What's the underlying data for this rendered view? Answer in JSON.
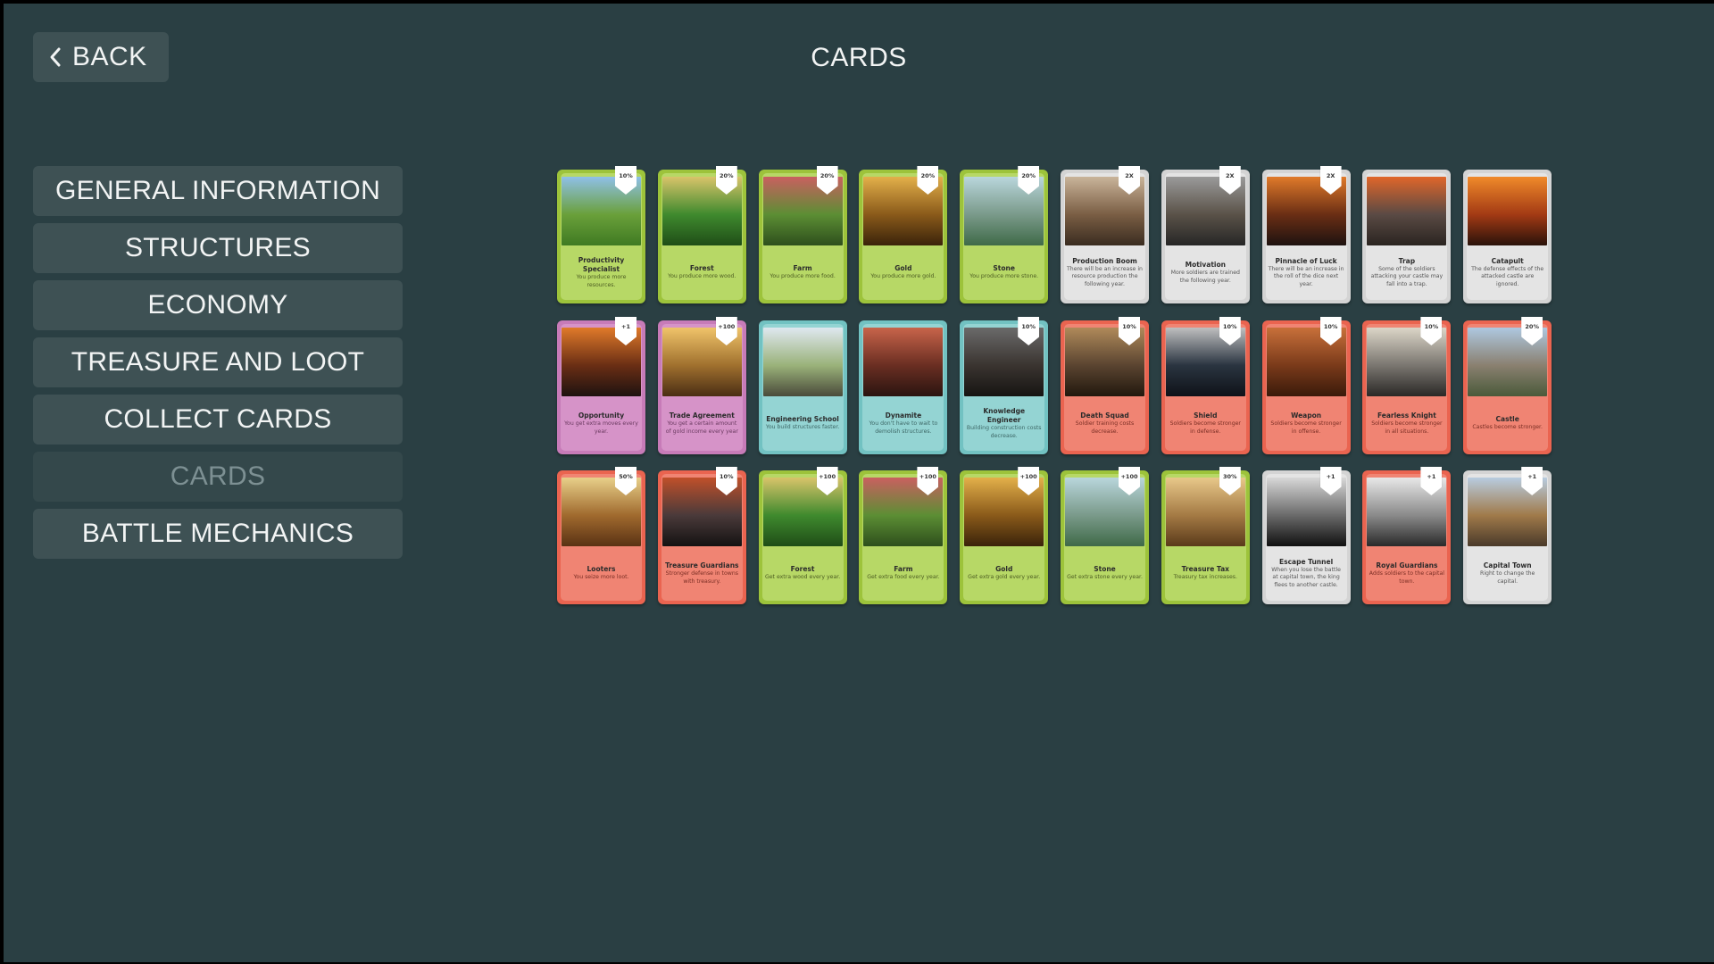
{
  "header": {
    "back_label": "BACK",
    "title": "CARDS"
  },
  "sidebar": {
    "items": [
      {
        "label": "GENERAL INFORMATION",
        "active": false
      },
      {
        "label": "STRUCTURES",
        "active": false
      },
      {
        "label": "ECONOMY",
        "active": false
      },
      {
        "label": "TREASURE AND LOOT",
        "active": false
      },
      {
        "label": "COLLECT CARDS",
        "active": false
      },
      {
        "label": "CARDS",
        "active": true
      },
      {
        "label": "BATTLE MECHANICS",
        "active": false
      }
    ]
  },
  "colors": {
    "background": "#2a3f43",
    "button": "#3e5154",
    "card_green": "#b7d866",
    "card_gray": "#e4e4e4",
    "card_pink": "#d693c8",
    "card_teal": "#94d4d3",
    "card_red": "#f08473"
  },
  "cards": [
    {
      "name": "Productivity Specialist",
      "desc": "You produce more resources.",
      "badge": "10%",
      "color": "green",
      "image": "farmland-barn"
    },
    {
      "name": "Forest",
      "desc": "You produce more wood.",
      "badge": "20%",
      "color": "green",
      "image": "forest"
    },
    {
      "name": "Farm",
      "desc": "You produce more food.",
      "badge": "20%",
      "color": "green",
      "image": "orchard"
    },
    {
      "name": "Gold",
      "desc": "You produce more gold.",
      "badge": "20%",
      "color": "green",
      "image": "gold-pot"
    },
    {
      "name": "Stone",
      "desc": "You produce more stone.",
      "badge": "20%",
      "color": "green",
      "image": "stone-ruins"
    },
    {
      "name": "Production Boom",
      "desc": "There will be an increase in resource production the following year.",
      "badge": "2X",
      "color": "gray",
      "image": "market"
    },
    {
      "name": "Motivation",
      "desc": "More soldiers are trained the following year.",
      "badge": "2X",
      "color": "gray",
      "image": "knight"
    },
    {
      "name": "Pinnacle of Luck",
      "desc": "There will be an increase in the roll of the dice next year.",
      "badge": "2X",
      "color": "gray",
      "image": "dice-fire"
    },
    {
      "name": "Trap",
      "desc": "Some of the soldiers attacking your castle may fall into a trap.",
      "badge": "",
      "color": "gray",
      "image": "battle"
    },
    {
      "name": "Catapult",
      "desc": "The defense effects of the attacked castle are ignored.",
      "badge": "",
      "color": "gray",
      "image": "burning-castle"
    },
    {
      "name": "Opportunity",
      "desc": "You get extra moves every year.",
      "badge": "+1",
      "color": "pink",
      "image": "dice-fire"
    },
    {
      "name": "Trade Agreement",
      "desc": "You get a certain amount of gold income every year",
      "badge": "+100",
      "color": "pink",
      "image": "bazaar"
    },
    {
      "name": "Engineering School",
      "desc": "You build structures faster.",
      "badge": "",
      "color": "teal",
      "image": "colonnade"
    },
    {
      "name": "Dynamite",
      "desc": "You don't have to wait to demolish structures.",
      "badge": "",
      "color": "teal",
      "image": "explosion-tower"
    },
    {
      "name": "Knowledge Engineer",
      "desc": "Building construction costs decrease.",
      "badge": "10%",
      "color": "teal",
      "image": "old-scholar"
    },
    {
      "name": "Death Squad",
      "desc": "Soldier training costs decrease.",
      "badge": "10%",
      "color": "red",
      "image": "warriors"
    },
    {
      "name": "Shield",
      "desc": "Soldiers become stronger in defense.",
      "badge": "10%",
      "color": "red",
      "image": "shield"
    },
    {
      "name": "Weapon",
      "desc": "Soldiers become stronger in offense.",
      "badge": "10%",
      "color": "red",
      "image": "sword"
    },
    {
      "name": "Fearless Knight",
      "desc": "Soldiers become stronger in all situations.",
      "badge": "10%",
      "color": "red",
      "image": "horse-knight"
    },
    {
      "name": "Castle",
      "desc": "Castles become stronger.",
      "badge": "20%",
      "color": "red",
      "image": "castle"
    },
    {
      "name": "Looters",
      "desc": "You seize more loot.",
      "badge": "50%",
      "color": "red",
      "image": "looting"
    },
    {
      "name": "Treasure Guardians",
      "desc": "Stronger defense in towns with treasury.",
      "badge": "10%",
      "color": "red",
      "image": "guards-hall"
    },
    {
      "name": "Forest",
      "desc": "Get extra wood every year.",
      "badge": "+100",
      "color": "green",
      "image": "forest"
    },
    {
      "name": "Farm",
      "desc": "Get extra food every year.",
      "badge": "+100",
      "color": "green",
      "image": "orchard"
    },
    {
      "name": "Gold",
      "desc": "Get extra gold every year.",
      "badge": "+100",
      "color": "green",
      "image": "gold-pot"
    },
    {
      "name": "Stone",
      "desc": "Get extra stone every year.",
      "badge": "+100",
      "color": "green",
      "image": "stone-ruins"
    },
    {
      "name": "Treasure Tax",
      "desc": "Treasury tax increases.",
      "badge": "30%",
      "color": "green",
      "image": "coins"
    },
    {
      "name": "Escape Tunnel",
      "desc": "When you lose the battle at capital town, the king flees to another castle.",
      "badge": "+1",
      "color": "gray",
      "image": "tunnel"
    },
    {
      "name": "Royal Guardians",
      "desc": "Adds soldiers to the capital town.",
      "badge": "+1",
      "color": "red",
      "image": "sketch-soldiers"
    },
    {
      "name": "Capital Town",
      "desc": "Right to change the capital.",
      "badge": "+1",
      "color": "gray",
      "image": "hill-town"
    }
  ]
}
